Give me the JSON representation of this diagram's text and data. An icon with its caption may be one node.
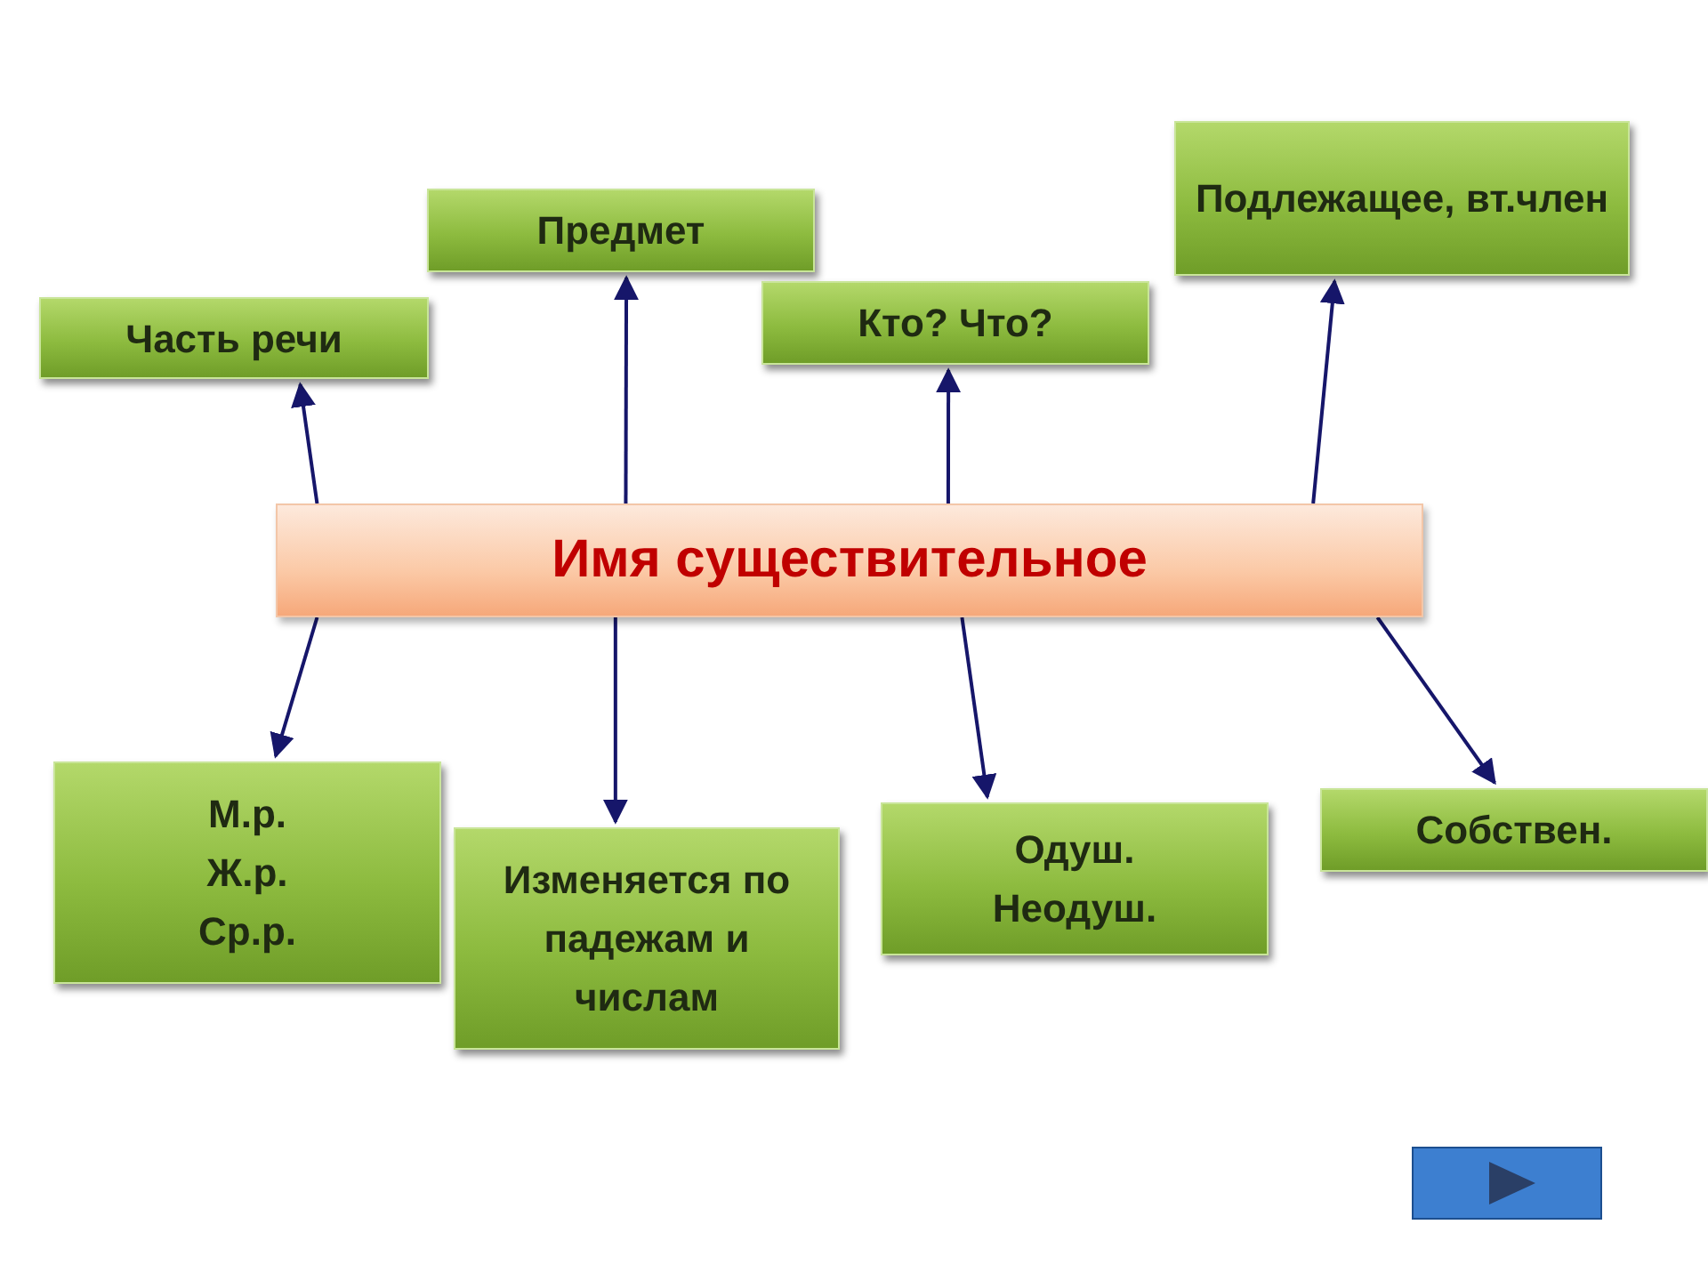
{
  "diagram": {
    "nodes": [
      {
        "text": [
          "Имя существительное"
        ]
      },
      {
        "text": [
          "Часть речи"
        ]
      },
      {
        "text": [
          "Предмет"
        ]
      },
      {
        "text": [
          "Кто? Что?"
        ]
      },
      {
        "text": [
          "Подлежащее, вт.член"
        ]
      },
      {
        "text": [
          "М.р.",
          "Ж.р.",
          "Ср.р."
        ]
      },
      {
        "text": [
          "Изменяется по падежам и числам"
        ]
      },
      {
        "text": [
          "Одуш.",
          "Неодуш."
        ]
      },
      {
        "text": [
          "Собствен."
        ]
      }
    ],
    "edges": [
      {
        "from": 0,
        "to": 1,
        "arrow": "to"
      },
      {
        "from": 0,
        "to": 2,
        "arrow": "to"
      },
      {
        "from": 0,
        "to": 3,
        "arrow": "to"
      },
      {
        "from": 0,
        "to": 4,
        "arrow": "to"
      },
      {
        "from": 0,
        "to": 5,
        "arrow": "to"
      },
      {
        "from": 0,
        "to": 6,
        "arrow": "to"
      },
      {
        "from": 0,
        "to": 7,
        "arrow": "to"
      },
      {
        "from": 0,
        "to": 8,
        "arrow": "to"
      }
    ]
  }
}
